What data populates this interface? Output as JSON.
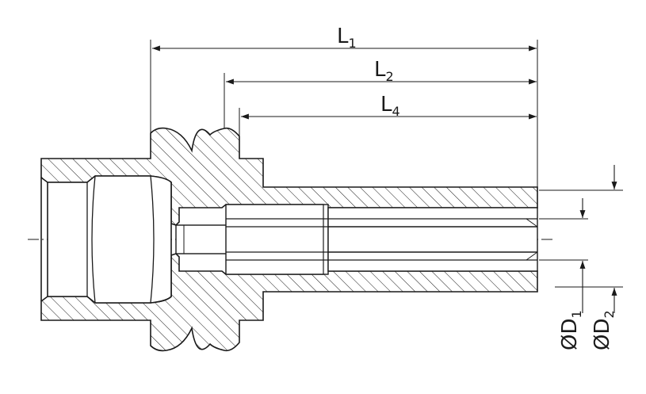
{
  "drawing": {
    "line_color": "#1a1a1a",
    "hatch_color": "#1a1a1a",
    "background": "#ffffff"
  },
  "dimensions": {
    "L1": {
      "main": "L",
      "sub": "1"
    },
    "L2": {
      "main": "L",
      "sub": "2"
    },
    "L4": {
      "main": "L",
      "sub": "4"
    },
    "D1": {
      "main": "ØD",
      "sub": "1"
    },
    "D2": {
      "main": "ØD",
      "sub": "2"
    }
  }
}
